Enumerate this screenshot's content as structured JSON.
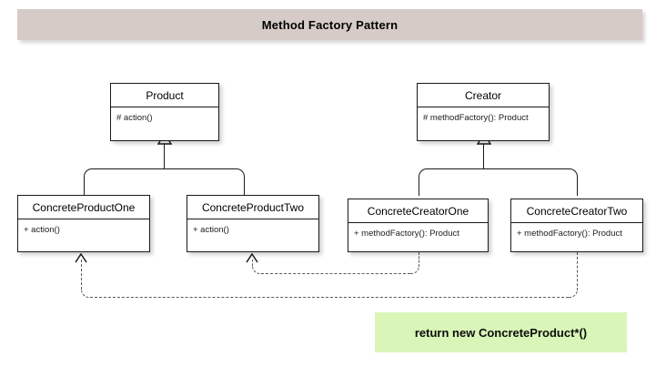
{
  "diagram": {
    "title": "Method Factory Pattern",
    "background_color": "#ffffff",
    "banner_color": "#d6cbc7",
    "note_color": "#d9f5b8",
    "line_color": "#1a1a1a",
    "dependency_line_color": "#5a5a5a"
  },
  "classes": [
    {
      "id": "product",
      "name": "Product",
      "members": [
        "# action()"
      ]
    },
    {
      "id": "creator",
      "name": "Creator",
      "members": [
        "# methodFactory(): Product"
      ]
    },
    {
      "id": "concrete-product-one",
      "name": "ConcreteProductOne",
      "members": [
        "+ action()"
      ]
    },
    {
      "id": "concrete-product-two",
      "name": "ConcreteProductTwo",
      "members": [
        "+ action()"
      ]
    },
    {
      "id": "concrete-creator-one",
      "name": "ConcreteCreatorOne",
      "members": [
        "+ methodFactory(): Product"
      ]
    },
    {
      "id": "concrete-creator-two",
      "name": "ConcreteCreatorTwo",
      "members": [
        "+ methodFactory(): Product"
      ]
    }
  ],
  "note": {
    "text": "return new ConcreteProduct*()"
  },
  "relationships": [
    {
      "type": "generalization",
      "from": "ConcreteProductOne",
      "to": "Product"
    },
    {
      "type": "generalization",
      "from": "ConcreteProductTwo",
      "to": "Product"
    },
    {
      "type": "generalization",
      "from": "ConcreteCreatorOne",
      "to": "Creator"
    },
    {
      "type": "generalization",
      "from": "ConcreteCreatorTwo",
      "to": "Creator"
    },
    {
      "type": "dependency",
      "from": "ConcreteCreatorOne",
      "to": "ConcreteProductTwo"
    },
    {
      "type": "dependency",
      "from": "ConcreteCreatorTwo",
      "to": "ConcreteProductOne"
    }
  ]
}
